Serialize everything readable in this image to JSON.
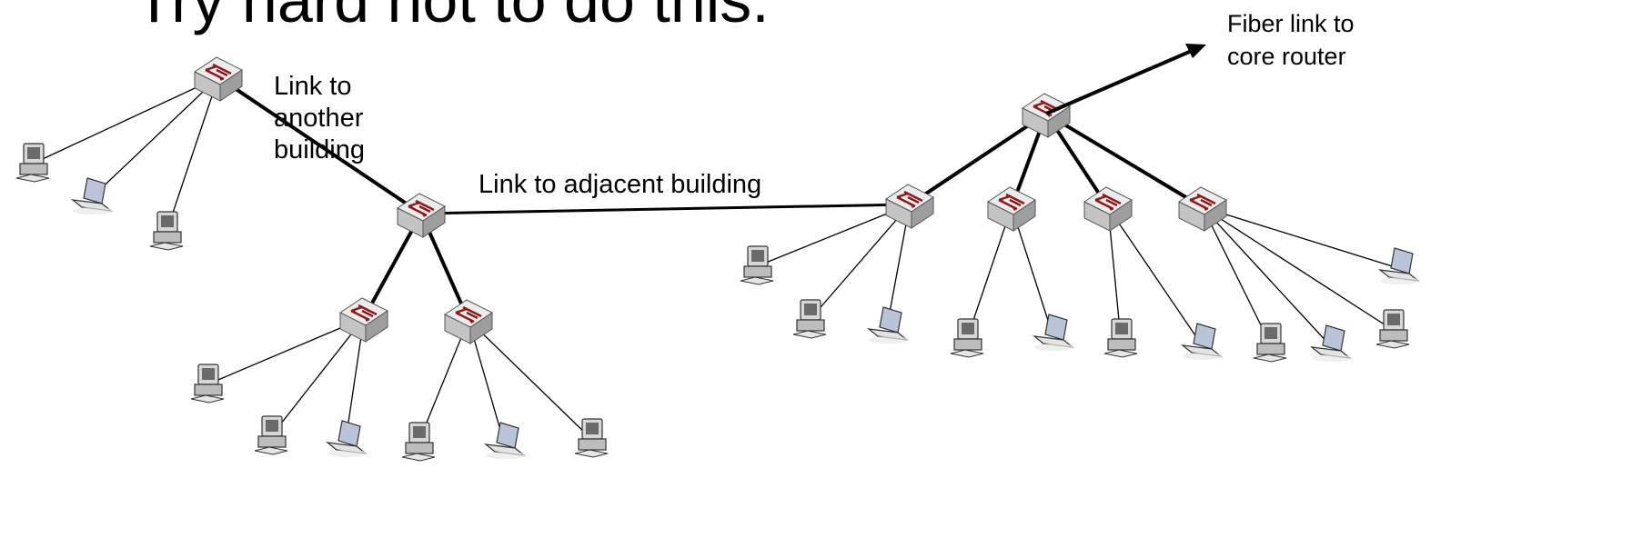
{
  "title": "Try hard not to do this.",
  "labels": {
    "link_to_another_building": [
      "Link to",
      "another",
      "building"
    ],
    "link_to_adjacent_building": "Link to adjacent building",
    "fiber_link": [
      "Fiber link to",
      "core router"
    ]
  },
  "colors": {
    "link": "#000000",
    "switch_body": "#d8d8d8",
    "switch_arrows": "#8b1a1a"
  },
  "icons": {
    "switch": "network-switch-icon",
    "desktop": "desktop-computer-icon",
    "laptop": "laptop-icon"
  }
}
